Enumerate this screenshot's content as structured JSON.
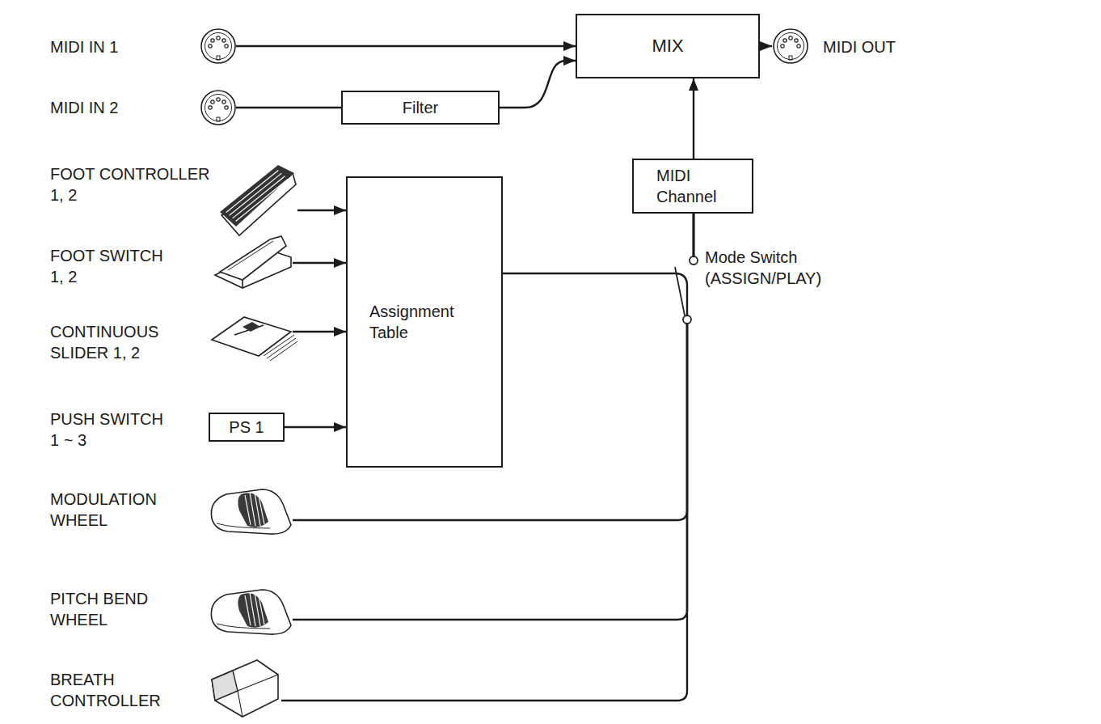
{
  "diagram": {
    "nodes": [
      {
        "text": [
          "MIDI IN 1"
        ]
      },
      {
        "text": [
          "MIX"
        ]
      },
      {
        "text": [
          "MIDI OUT"
        ]
      },
      {
        "text": [
          "MIDI IN 2"
        ]
      },
      {
        "text": [
          "Filter"
        ]
      },
      {
        "text": [
          "FOOT CONTROLLER 1, 2"
        ]
      },
      {
        "text": [
          "FOOT SWITCH 1, 2"
        ]
      },
      {
        "text": [
          "CONTINUOUS SLIDER 1, 2"
        ]
      },
      {
        "text": [
          "PUSH SWITCH 1 ~ 3",
          "PS 1"
        ]
      },
      {
        "text": [
          "Assignment Table"
        ]
      },
      {
        "text": [
          "MIDI Channel"
        ]
      },
      {
        "text": [
          "MODULATION WHEEL"
        ]
      },
      {
        "text": [
          "PITCH BEND WHEEL"
        ]
      },
      {
        "text": [
          "BREATH CONTROLLER"
        ]
      }
    ],
    "edges": [
      {
        "from": 0,
        "to": 1,
        "arrow": "to"
      },
      {
        "from": 1,
        "to": 2,
        "arrow": "to"
      },
      {
        "from": 3,
        "to": 4,
        "arrow": "none"
      },
      {
        "from": 4,
        "to": 1,
        "arrow": "to"
      },
      {
        "from": 5,
        "to": 9,
        "arrow": "to"
      },
      {
        "from": 6,
        "to": 9,
        "arrow": "to"
      },
      {
        "from": 7,
        "to": 9,
        "arrow": "to"
      },
      {
        "from": 8,
        "to": 9,
        "arrow": "to"
      },
      {
        "from": 10,
        "to": 1,
        "arrow": "to"
      },
      {
        "from": 9,
        "to": 10,
        "arrow": "none"
      },
      {
        "from": 11,
        "to": 10,
        "arrow": "none"
      },
      {
        "from": 12,
        "to": 10,
        "arrow": "none"
      },
      {
        "from": 13,
        "to": 10,
        "arrow": "none"
      }
    ],
    "labels": [
      "Mode Switch (ASSIGN/PLAY)"
    ]
  }
}
